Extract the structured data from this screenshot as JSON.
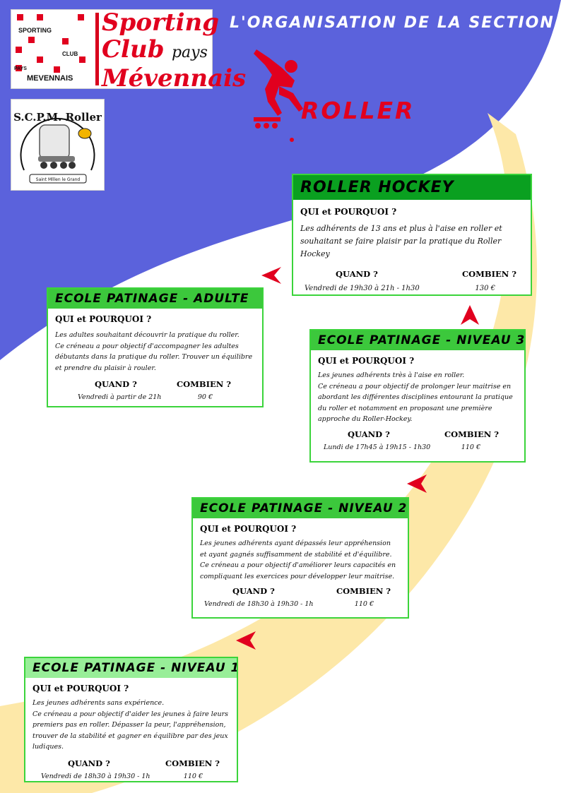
{
  "header": {
    "title": "L'ORGANISATION DE LA SECTION",
    "section_word": "ROLLER"
  },
  "club_logo": {
    "line1": "Sporting",
    "line2": "Club",
    "line2b": "pays",
    "line3": "Mévennais",
    "small_sporting": "SPORTING",
    "small_club": "CLUB",
    "small_pays": "PAYS",
    "small_mevennais": "MEVENNAIS"
  },
  "roller_logo": {
    "name": "S.C.P.M. Roller",
    "ribbon": "Saint Mlllen le Grand"
  },
  "cards": {
    "hockey": {
      "title": "ROLLER HOCKEY",
      "qui": "QUI et POURQUOI ?",
      "desc": "Les adhérents de 13 ans et plus à l'aise en roller et souhaitant se faire plaisir par la pratique du Roller Hockey",
      "quand_label": "QUAND ?",
      "combien_label": "COMBIEN ?",
      "quand": "Vendredi de 19h30 à 21h - 1h30",
      "combien": "130 €"
    },
    "adulte": {
      "title": "ECOLE PATINAGE - ADULTE",
      "qui": "QUI et POURQUOI ?",
      "desc1": "Les adultes souhaitant découvrir la pratique du roller.",
      "desc2": "Ce créneau a pour objectif d'accompagner les adultes débutants dans la pratique du roller. Trouver un équilibre et prendre du plaisir à rouler.",
      "quand_label": "QUAND ?",
      "combien_label": "COMBIEN ?",
      "quand": "Vendredi à partir de 21h",
      "combien": "90 €"
    },
    "niveau3": {
      "title": "ECOLE PATINAGE - NIVEAU 3",
      "qui": "QUI et POURQUOI ?",
      "desc1": "Les jeunes adhérents très à l'aise en roller.",
      "desc2": "Ce créneau a pour objectif de prolonger leur maitrise en abordant les différentes disciplines entourant la pratique du roller et notamment en proposant une première approche du Roller-Hockey.",
      "quand_label": "QUAND ?",
      "combien_label": "COMBIEN ?",
      "quand": "Lundi de 17h45 à 19h15 - 1h30",
      "combien": "110 €"
    },
    "niveau2": {
      "title": "ECOLE PATINAGE - NIVEAU 2",
      "qui": "QUI et POURQUOI ?",
      "desc1": "Les jeunes adhérents ayant dépassés leur appréhension et ayant gagnés suffisamment de stabilité et d'équilibre.",
      "desc2": "Ce créneau a pour objectif d'améliorer leurs capacités en compliquant les exercices pour développer leur maitrise.",
      "quand_label": "QUAND ?",
      "combien_label": "COMBIEN ?",
      "quand": "Vendredi de 18h30 à 19h30 - 1h",
      "combien": "110 €"
    },
    "niveau1": {
      "title": "ECOLE PATINAGE - NIVEAU 1",
      "qui": "QUI et POURQUOI ?",
      "desc1": "Les jeunes adhérents sans expérience.",
      "desc2": "Ce créneau a pour objectif d'aider les jeunes à faire leurs premiers pas en roller. Dépasser la peur, l'appréhension, trouver de la stabilité et gagner en équilibre par des jeux ludiques.",
      "quand_label": "QUAND ?",
      "combien_label": "COMBIEN ?",
      "quand": "Vendredi de 18h30 à 19h30 - 1h",
      "combien": "110 €"
    }
  },
  "colors": {
    "blue": "#5b62dc",
    "yellow_path": "#fde8a8",
    "red": "#e1001e",
    "green": "#3cc83c"
  }
}
